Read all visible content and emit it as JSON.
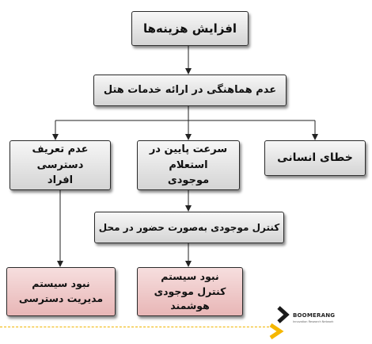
{
  "nodes": {
    "increase_costs": "افزایش هزینه‌ها",
    "inconsistency_hotel_services": "عدم هماهنگی در ارائه خدمات هتل",
    "undefined_access": "عدم تعریف دسترسی افراد",
    "slow_inventory_inquiry": "سرعت پایین در استعلام موجودی",
    "human_error": "خطای انسانی",
    "onsite_inventory_control": "کنترل موجودی به‌صورت حضور در محل",
    "no_access_management_system": "نبود سیستم مدیریت دسترسی",
    "no_smart_inventory_control": "نبود سیستم کنترل موجودی هوشمند"
  },
  "logo": {
    "brand_text": "BOOMERANG",
    "tagline": "Innovation Research Network",
    "colors": {
      "black": "#1a1a1a",
      "yellow": "#f5b700"
    }
  }
}
